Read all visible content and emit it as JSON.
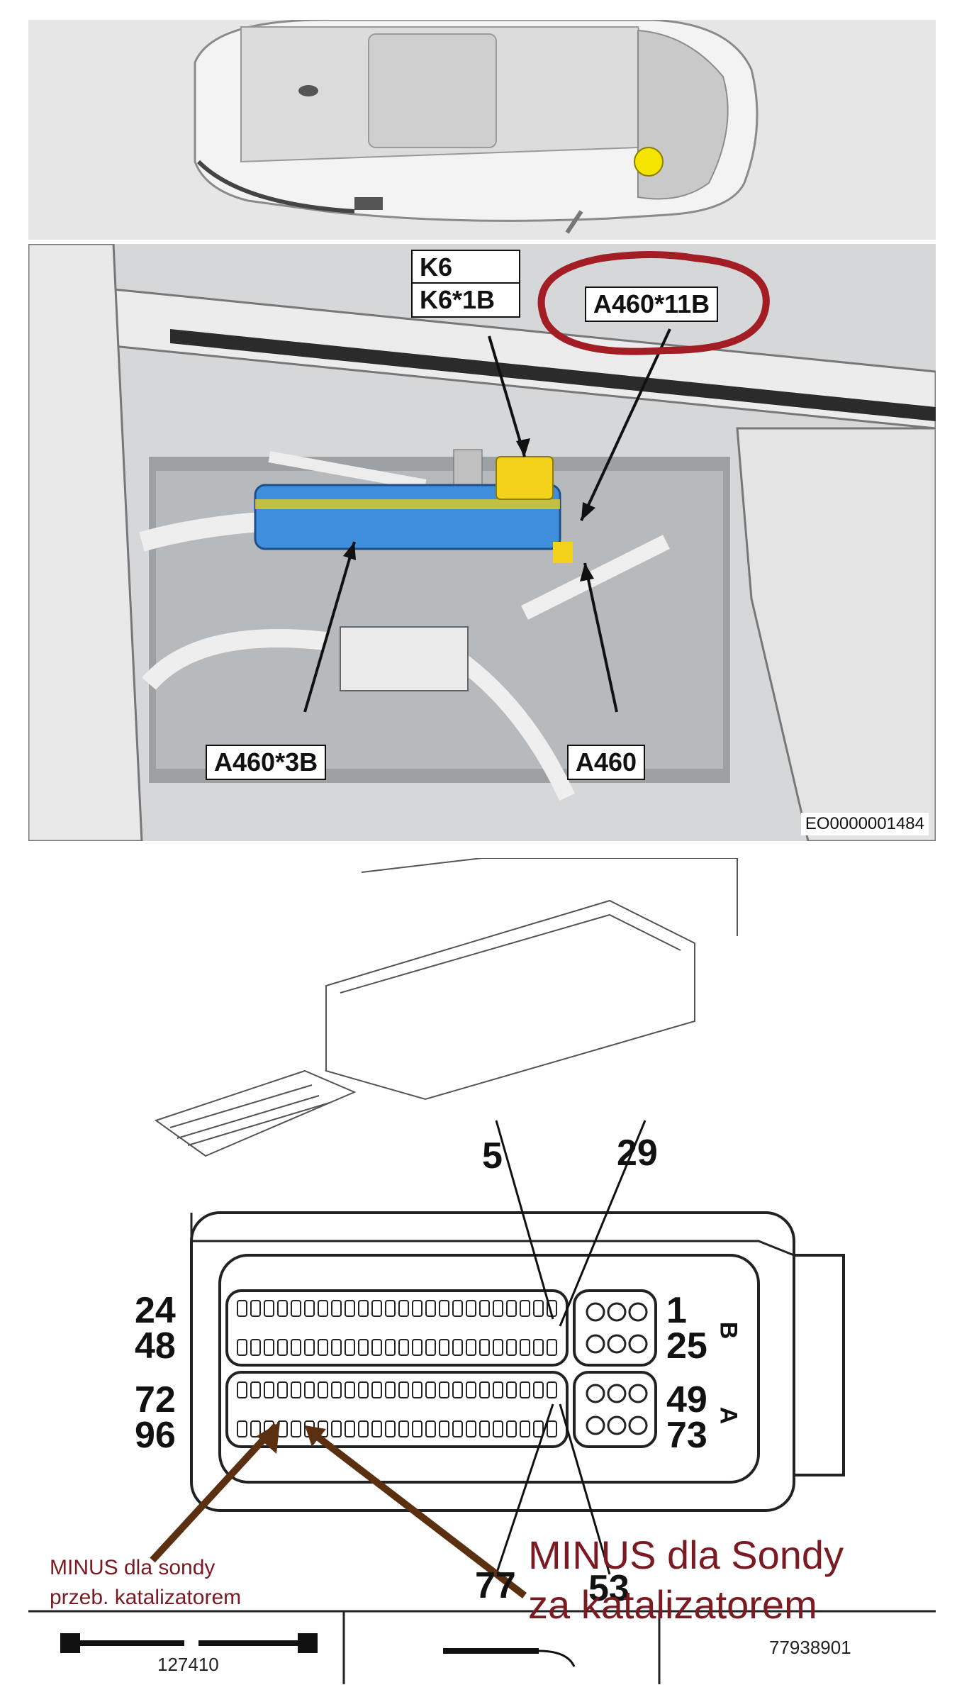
{
  "location_view": {},
  "engine_bay_view": {
    "callouts": {
      "k6": "K6",
      "k6_1b": "K6*1B",
      "a460_11b": "A460*11B",
      "a460_3b": "A460*3B",
      "a460": "A460"
    },
    "highlight_color": "#a31d24",
    "module_color": "#3f8fdc",
    "relay_color": "#f2d21b",
    "figure_code": "EO0000001484"
  },
  "connector_view": {
    "pin_labels": {
      "p5": "5",
      "p29": "29",
      "p24": "24",
      "p48": "48",
      "p72": "72",
      "p96": "96",
      "p1": "1",
      "p25": "25",
      "p49": "49",
      "p73": "73",
      "p77": "77",
      "p53": "53"
    },
    "row_labels": {
      "b": "B",
      "a": "A"
    },
    "notes": {
      "minus_before_1": "MINUS dla sondy",
      "minus_before_2": "przeb. katalizatorem",
      "minus_after_1": "MINUS dla Sondy",
      "minus_after_2": "za katalizatorem"
    },
    "arrow_color": "#5b3010",
    "table": {
      "part_1": "127410",
      "part_3": "77938901"
    }
  }
}
